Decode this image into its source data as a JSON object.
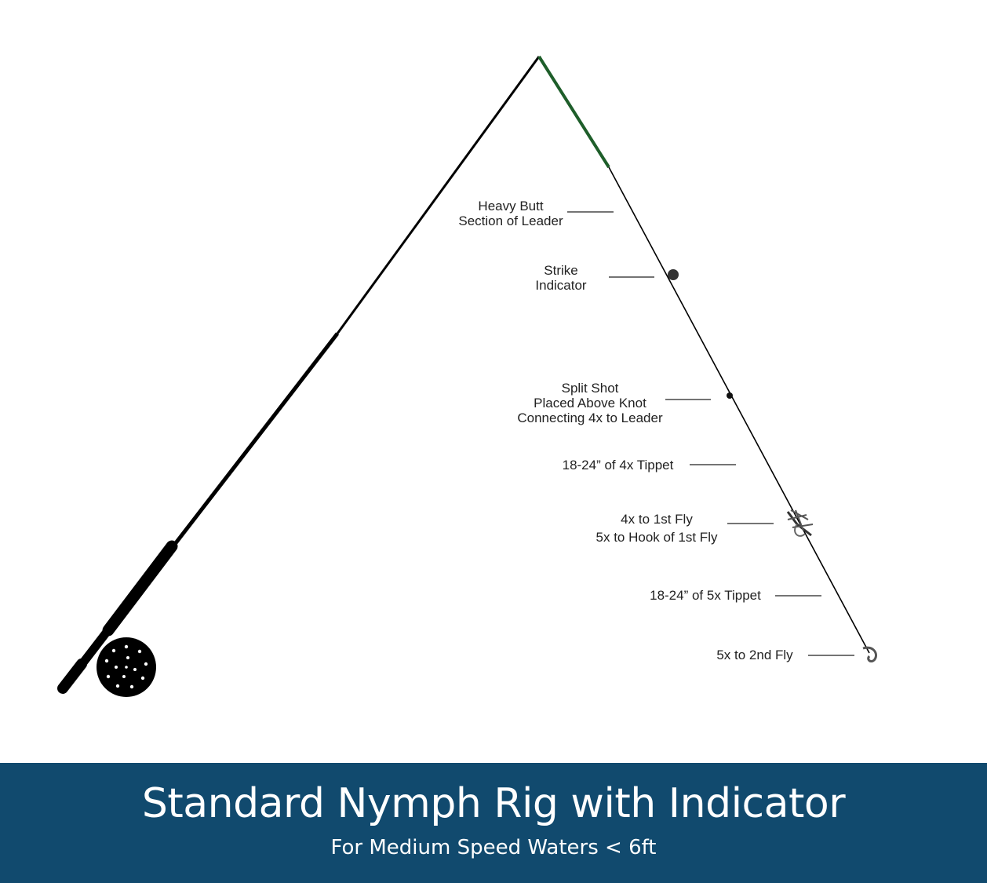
{
  "colors": {
    "banner_bg": "#114a6e",
    "banner_text": "#ffffff",
    "rod": "#000000",
    "butt_section": "#1e5e2a",
    "label_text": "#222222"
  },
  "labels": {
    "heavy_butt": [
      "Heavy Butt",
      "Section of Leader"
    ],
    "strike_indicator": [
      "Strike",
      "Indicator"
    ],
    "split_shot": [
      "Split Shot",
      "Placed Above Knot",
      "Connecting 4x to Leader"
    ],
    "tippet_4x": "18-24” of 4x Tippet",
    "first_fly": [
      "4x to 1st Fly",
      "5x to Hook of 1st Fly"
    ],
    "tippet_5x": "18-24” of 5x Tippet",
    "second_fly": "5x to 2nd Fly"
  },
  "icons": {
    "rod": "fly-rod-icon",
    "reel": "fly-reel-icon",
    "indicator": "strike-indicator-icon",
    "split_shot": "split-shot-icon",
    "first_fly": "nymph-fly-icon",
    "second_fly": "hook-icon"
  },
  "banner": {
    "title": "Standard Nymph Rig with Indicator",
    "subtitle": "For Medium Speed Waters < 6ft"
  }
}
